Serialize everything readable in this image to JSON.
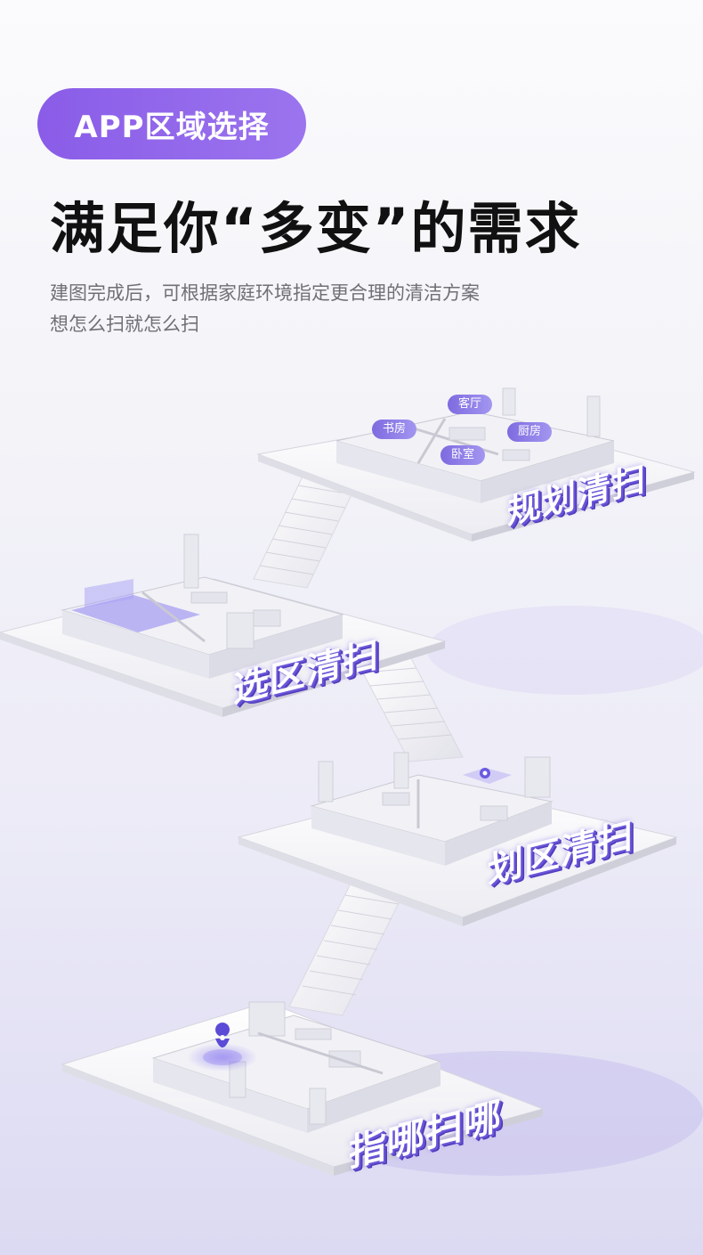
{
  "badge": "APP区域选择",
  "headline": "满足你“多变”的需求",
  "description": [
    "建图完成后，可根据家庭环境指定更合理的清洁方案",
    "想怎么扫就怎么扫"
  ],
  "floors": [
    {
      "name": "规划清扫",
      "room_tags": [
        "客厅",
        "书房",
        "厨房",
        "卧室"
      ]
    },
    {
      "name": "选区清扫"
    },
    {
      "name": "划区清扫"
    },
    {
      "name": "指哪扫哪"
    }
  ],
  "colors": {
    "accent": "#8a5ce8",
    "accent_dark": "#5a46c9"
  },
  "icons": [
    "location-pin-icon",
    "robot-vacuum-icon"
  ]
}
